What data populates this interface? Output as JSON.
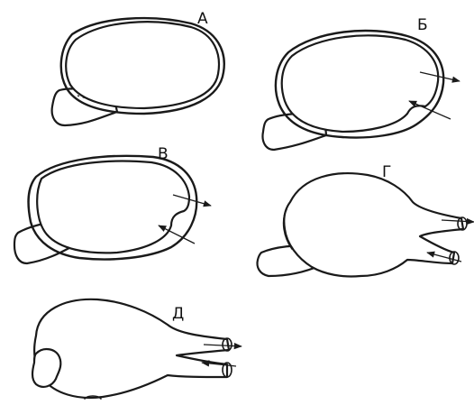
{
  "panels": [
    {
      "id": "a",
      "label": "А"
    },
    {
      "id": "b",
      "label": "Б"
    },
    {
      "id": "v",
      "label": "В"
    },
    {
      "id": "g",
      "label": "Г"
    },
    {
      "id": "d",
      "label": "Д"
    }
  ],
  "colors": {
    "line": "#1a1a1a",
    "background": "#ffffff"
  }
}
